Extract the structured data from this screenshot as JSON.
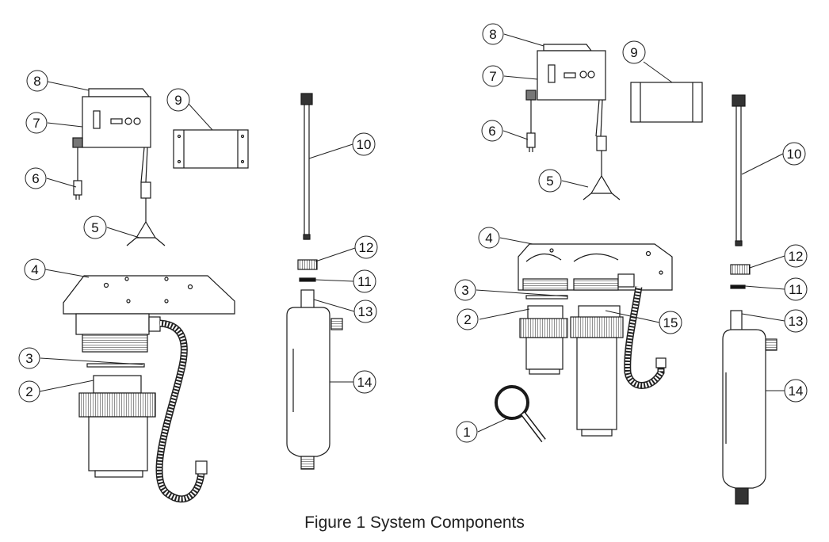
{
  "figure": {
    "caption": "Figure 1 System Components",
    "callouts": {
      "left": [
        "2",
        "3",
        "4",
        "5",
        "6",
        "7",
        "8",
        "9",
        "10",
        "11",
        "12",
        "13",
        "14"
      ],
      "right": [
        "1",
        "2",
        "3",
        "4",
        "5",
        "6",
        "7",
        "8",
        "9",
        "10",
        "11",
        "12",
        "13",
        "14",
        "15"
      ]
    }
  },
  "colors": {
    "line": "#1a1a1a",
    "fill": "#ffffff",
    "shade": "#bdbdbd"
  }
}
